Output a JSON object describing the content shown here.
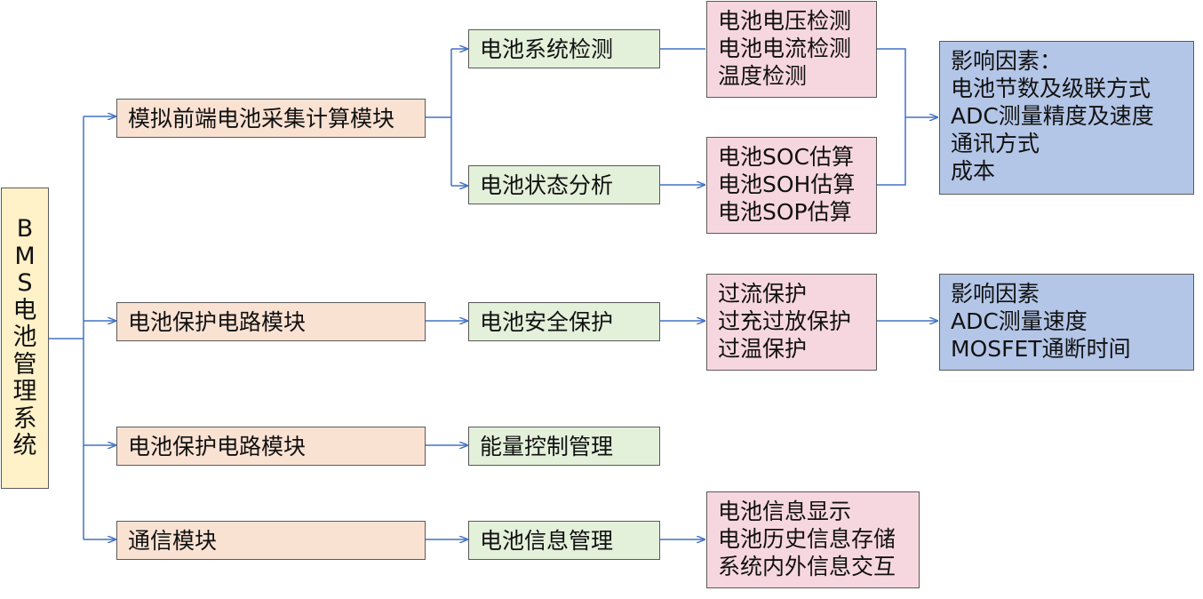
{
  "root": {
    "chars": [
      "B",
      "M",
      "S",
      "电",
      "池",
      "管",
      "理",
      "系",
      "统"
    ]
  },
  "modules": [
    {
      "label": "模拟前端电池采集计算模块"
    },
    {
      "label": "电池保护电路模块"
    },
    {
      "label": "电池保护电路模块"
    },
    {
      "label": "通信模块"
    }
  ],
  "functions": [
    {
      "label": "电池系统检测"
    },
    {
      "label": "电池状态分析"
    },
    {
      "label": "电池安全保护"
    },
    {
      "label": "能量控制管理"
    },
    {
      "label": "电池信息管理"
    }
  ],
  "details": [
    {
      "lines": [
        "电池电压检测",
        "电池电流检测",
        "温度检测"
      ]
    },
    {
      "lines": [
        "电池SOC估算",
        "电池SOH估算",
        "电池SOP估算"
      ]
    },
    {
      "lines": [
        "过流保护",
        "过充过放保护",
        "过温保护"
      ]
    },
    {
      "lines": [
        "电池信息显示",
        "电池历史信息存储",
        "系统内外信息交互"
      ]
    }
  ],
  "factors": [
    {
      "lines": [
        "影响因素：",
        "电池节数及级联方式",
        "ADC测量精度及速度",
        "通讯方式",
        "成本"
      ]
    },
    {
      "lines": [
        "影响因素",
        "ADC测量速度",
        "MOSFET通断时间"
      ]
    }
  ],
  "colors": {
    "line": "#4472c4",
    "module_fill": "#fae2d3",
    "function_fill": "#e3f0da",
    "detail_fill": "#f7d7df",
    "factor_fill": "#b4c6e7",
    "root_fill": "#fff1c8"
  }
}
